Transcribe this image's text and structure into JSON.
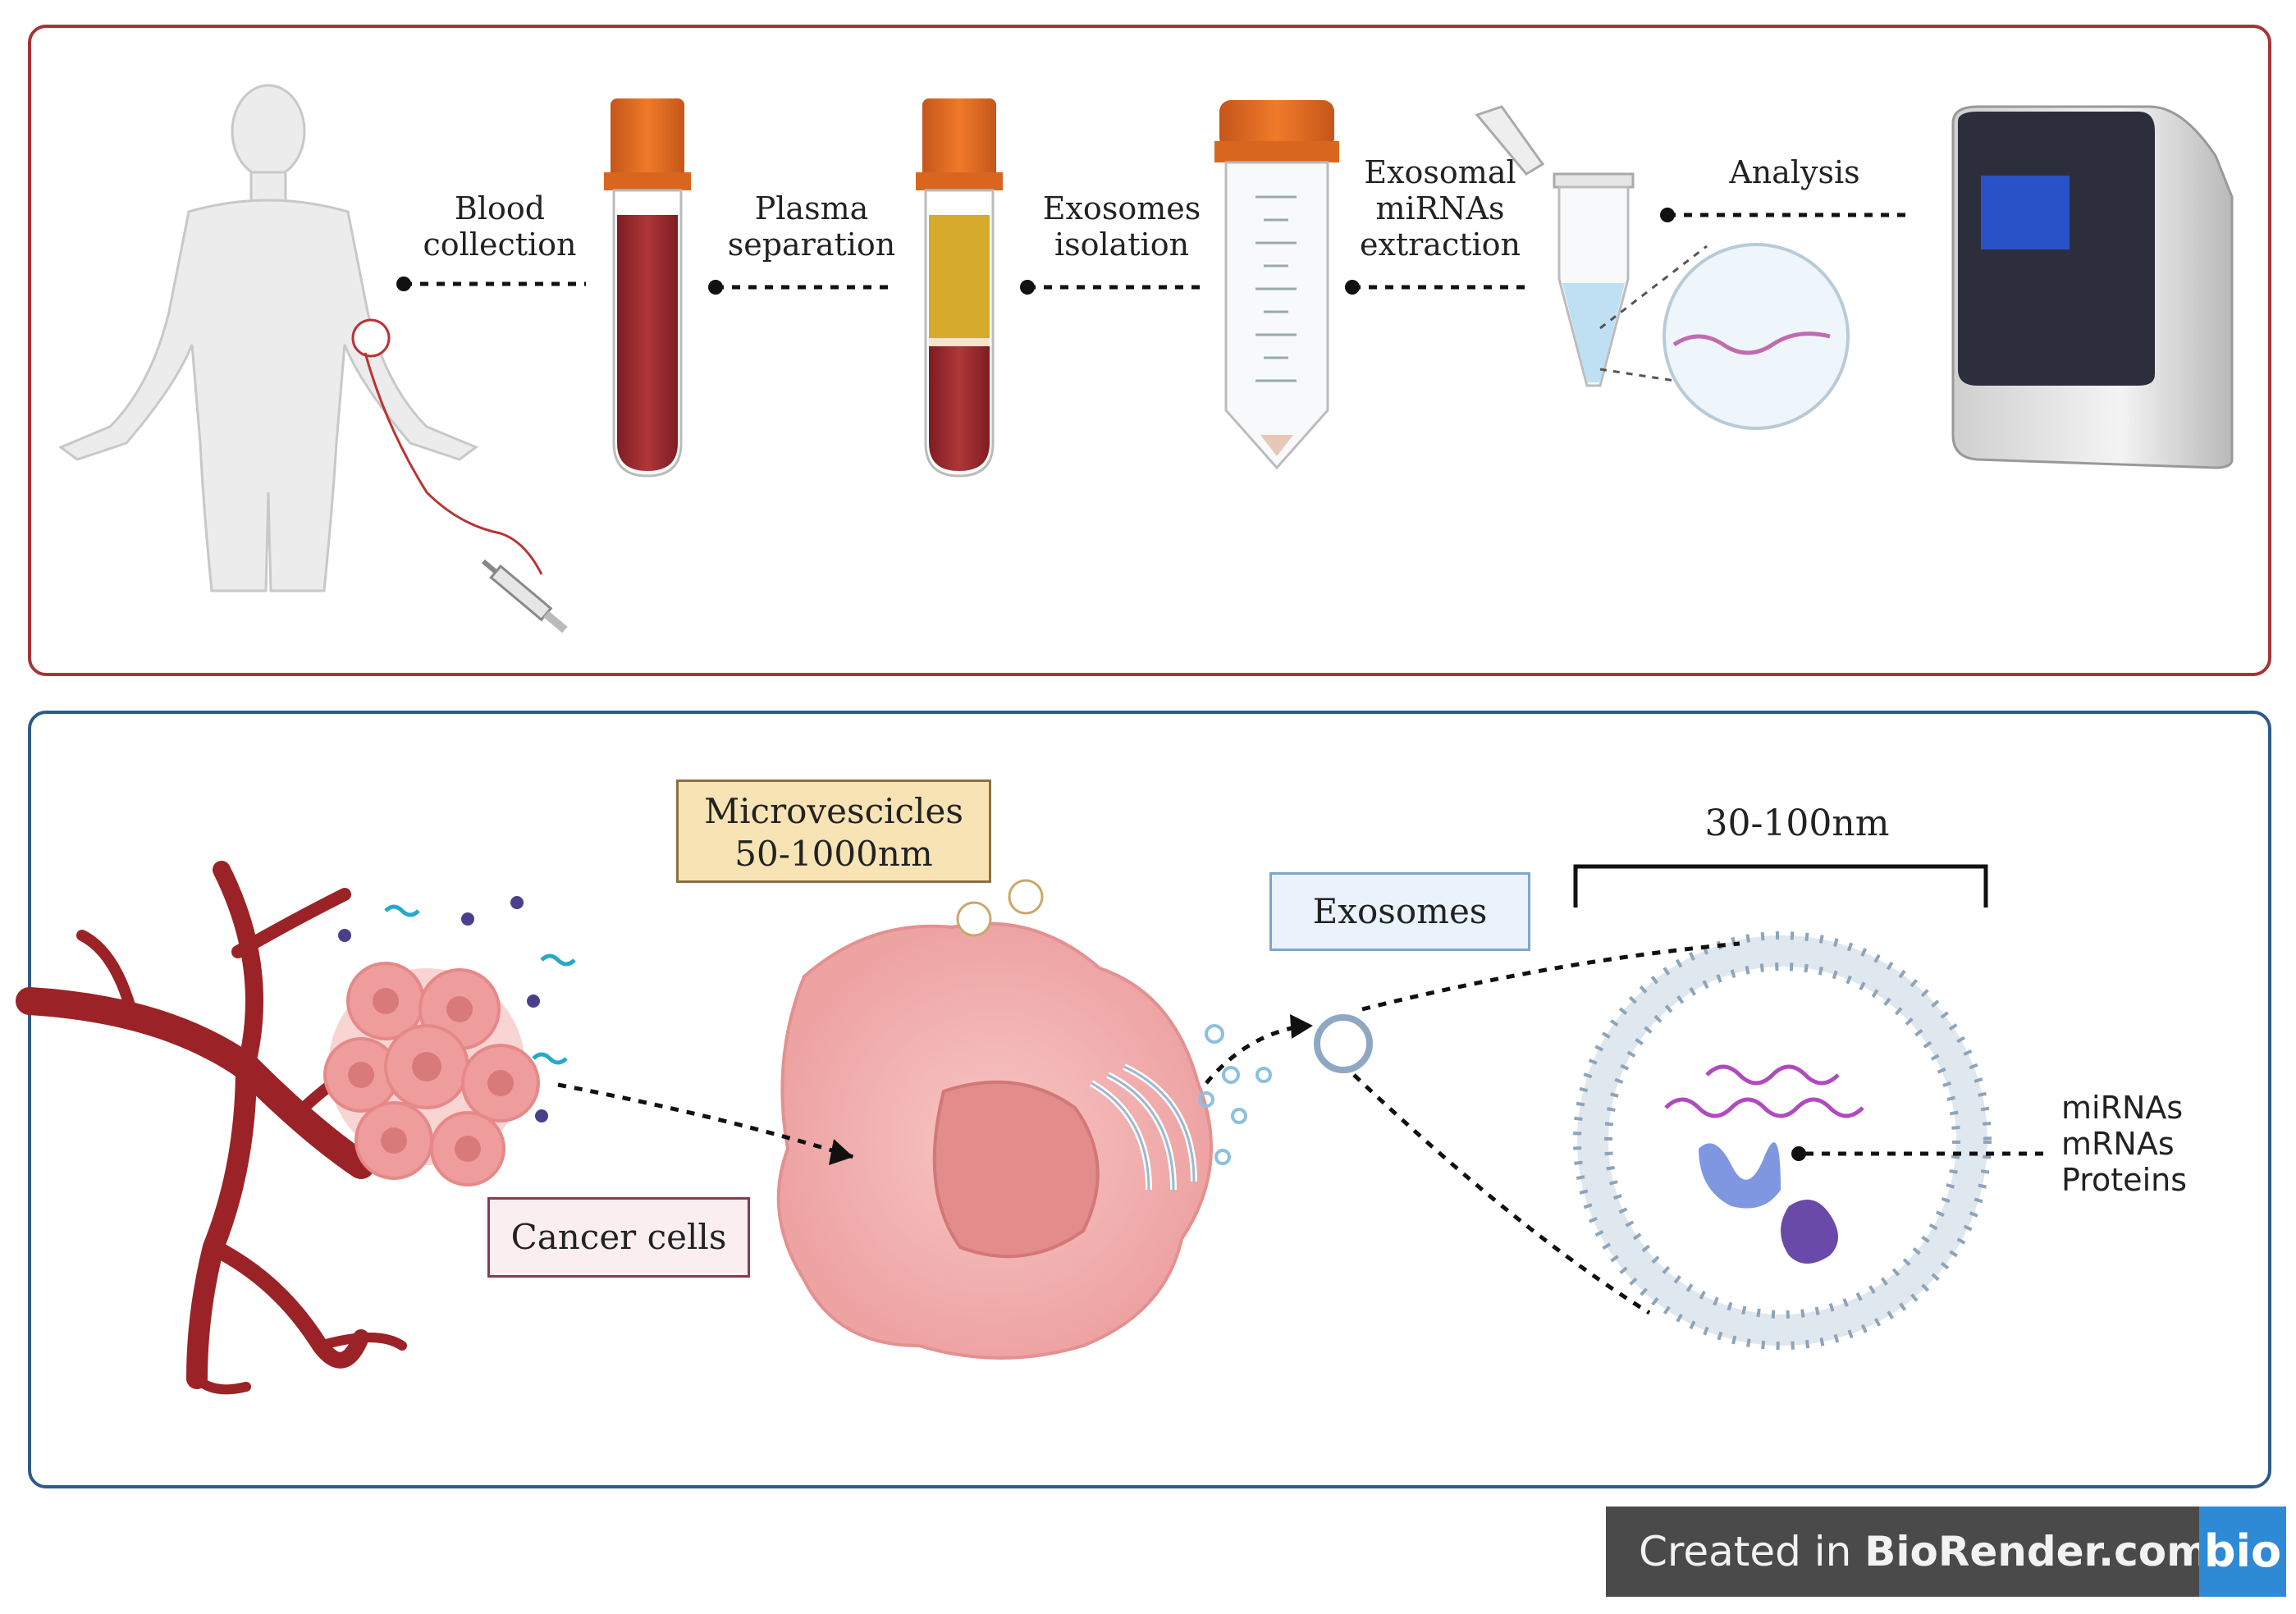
{
  "workflow": {
    "steps": [
      {
        "label": "Blood\ncollection"
      },
      {
        "label": "Plasma\nseparation"
      },
      {
        "label": "Exosomes\nisolation"
      },
      {
        "label": "Exosomal\nmiRNAs\nextraction"
      },
      {
        "label": "Analysis"
      }
    ]
  },
  "biogenesis": {
    "microvesicles": "Microvescicles\n50-1000nm",
    "exosomes": "Exosomes",
    "size_range": "30-100nm",
    "cancer_cells": "Cancer cells",
    "cargo": [
      "miRNAs",
      "mRNAs",
      "Proteins"
    ]
  },
  "watermark": {
    "prefix": "Created in ",
    "brand": "BioRender.com",
    "logo": "bio"
  },
  "colors": {
    "top_border": "#a43535",
    "bottom_border": "#2d5b87",
    "blood": "#9c2a2e",
    "plasma": "#d6aa2a",
    "cap": "#e0691f",
    "cell": "#f3b8b8",
    "vessel": "#9b2226"
  }
}
